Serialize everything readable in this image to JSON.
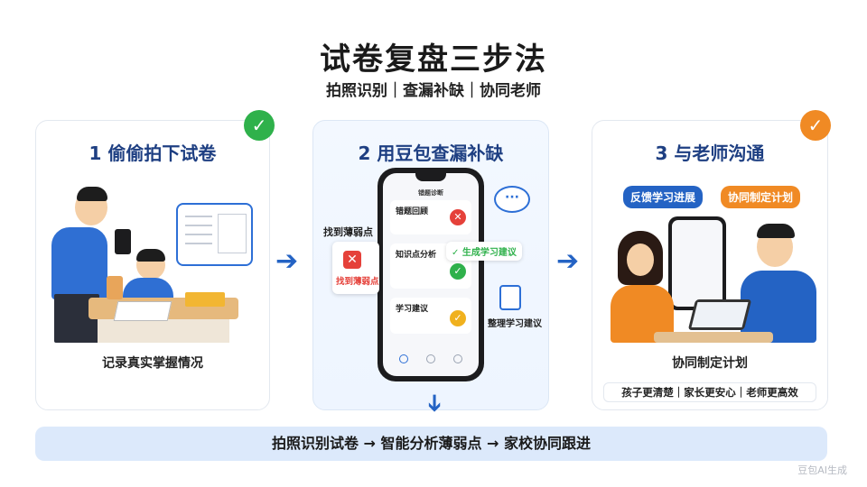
{
  "header": {
    "title": "试卷复盘三步法",
    "subtitle": "拍照识别｜查漏补缺｜协同老师"
  },
  "steps": [
    {
      "title": "1 偷偷拍下试卷",
      "caption": "记录真实掌握情况",
      "badge": "✓",
      "badge_color": "#2fb14b"
    },
    {
      "title": "2 用豆包查漏补缺",
      "phone": {
        "screen_title": "错题诊断",
        "rows": [
          {
            "label": "错题回顾",
            "icon": "✕",
            "icon_color": "#e5413a"
          },
          {
            "label": "知识点分析",
            "icon": "✓",
            "icon_color": "#2fb14b"
          },
          {
            "label": "学习建议",
            "icon": "✓",
            "icon_color": "#f0b11e"
          }
        ]
      },
      "side_labels": {
        "find_weak": "找到薄弱点",
        "find_weak_card": "找到薄弱点",
        "gen_suggestion": "✓ 生成学习建议",
        "suggestion": "整理学习建议"
      }
    },
    {
      "title": "3 与老师沟通",
      "caption": "协同制定计划",
      "badge": "✓",
      "badge_color": "#f08a24",
      "tags": {
        "left": "反馈学习进展",
        "right": "协同制定计划"
      },
      "bottom_tags": "孩子更清楚｜家长更安心｜老师更高效"
    }
  ],
  "banner": "拍照识别试卷 → 智能分析薄弱点 → 家校协同跟进",
  "watermark": "豆包AI生成",
  "colors": {
    "accent_blue": "#2463c4",
    "title_navy": "#1e3f82",
    "banner_bg": "#dce9fb"
  }
}
